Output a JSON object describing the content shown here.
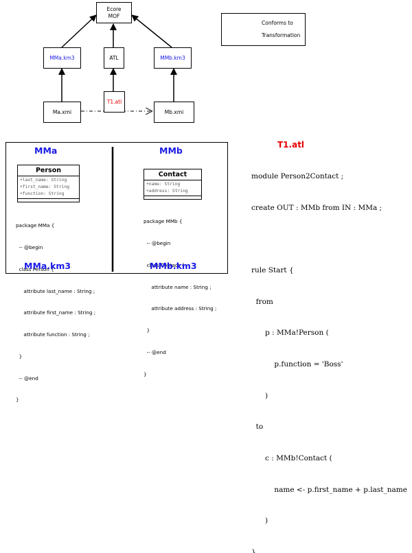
{
  "top": {
    "ecore_line1": "Ecore",
    "ecore_line2": "MOF",
    "mma_km3": "MMa.km3",
    "atl": "ATL",
    "mmb_km3": "MMb.km3",
    "t1_atl": "T1.atl",
    "ma_xmi": "Ma.xmi",
    "mb_xmi": "Mb.xmi"
  },
  "legend": {
    "conforms_to": "Conforms to",
    "transformation": "Transformation"
  },
  "left_panel": {
    "title": "MMa",
    "class_name": "Person",
    "attributes": [
      "+last_name: String",
      "+first_name: String",
      "+function: String"
    ],
    "code": [
      "package MMa {",
      "  -- @begin",
      "  class Person {",
      "     attribute last_name : String ;",
      "     attribute first_name : String ;",
      "     attribute function : String ;",
      "  }",
      "  -- @end",
      "}"
    ],
    "footer": "MMa.km3"
  },
  "right_panel": {
    "title": "MMb",
    "class_name": "Contact",
    "attributes": [
      "+name: String",
      "+address: String"
    ],
    "code": [
      "package MMb {",
      "  -- @begin",
      "  class Contact {",
      "     attribute name : String ;",
      "     attribute address : String ;",
      "  }",
      "  -- @end",
      "}"
    ],
    "footer": "MMb.km3"
  },
  "atl_code": {
    "title": "T1.atl",
    "lines": [
      "module Person2Contact ;",
      "create OUT : MMb from IN : MMa ;",
      "",
      "rule Start {",
      "  from",
      "      p : MMa!Person (",
      "          p.function = 'Boss'",
      "      )",
      "  to",
      "      c : MMb!Contact (",
      "          name <- p.first_name + p.last_name",
      "      )",
      "}"
    ]
  },
  "colors": {
    "metamodel_blue": "#1a1ae6",
    "transformation_red": "#e60000"
  }
}
